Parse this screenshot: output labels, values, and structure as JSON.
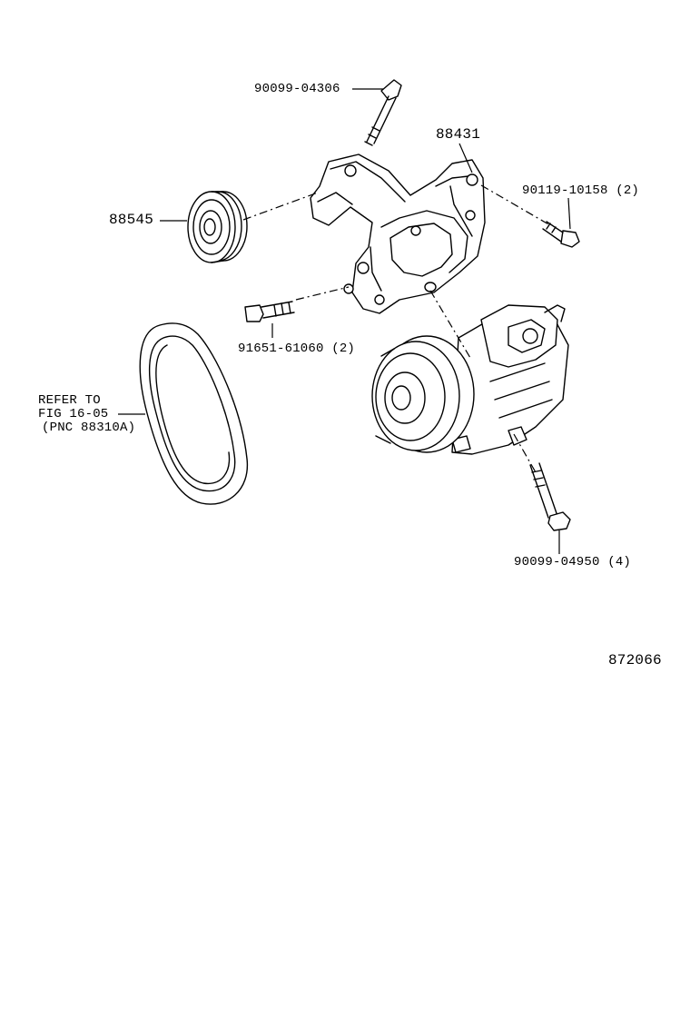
{
  "callouts": {
    "bolt_top": "90099-04306",
    "bracket": "88431",
    "bolt_right": "90119-10158 (2)",
    "idler_pulley": "88545",
    "bolt_left": "91651-61060 (2)",
    "belt_ref_line1": "REFER TO",
    "belt_ref_line2": "FIG 16-05",
    "belt_ref_line3": "(PNC 88310A)",
    "bolt_bottom": "90099-04950 (4)",
    "illustration_number": "872066"
  }
}
